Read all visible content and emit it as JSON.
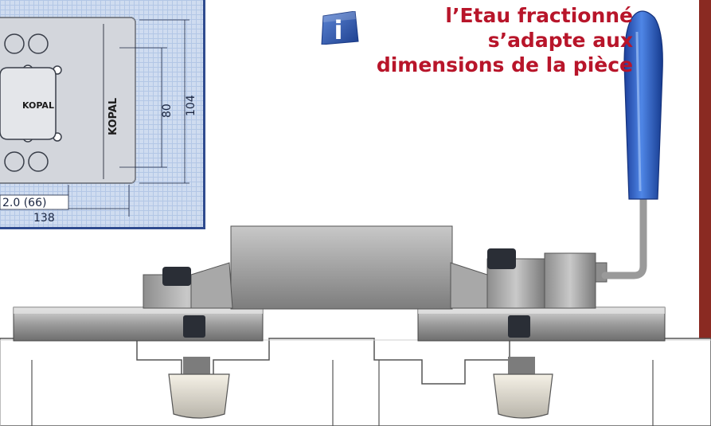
{
  "headline": {
    "lines": [
      "l’Etau fractionné",
      "s’adapte aux",
      "dimensions de la pièce"
    ],
    "color": "#b8152a"
  },
  "info_badge": {
    "icon": "info-icon",
    "glyph": "i",
    "color": "#2a4fa3"
  },
  "drawing": {
    "brand_front": "KOPAL",
    "brand_side": "KOPAL",
    "dim_80": "80",
    "dim_104": "104",
    "dim_66": "2.0 (66)",
    "dim_138": "138",
    "background": "#cfdcf0",
    "border": "#2f4b8f"
  },
  "accent": {
    "bar": "#8a2a22",
    "handle": "#2a5cc4"
  }
}
